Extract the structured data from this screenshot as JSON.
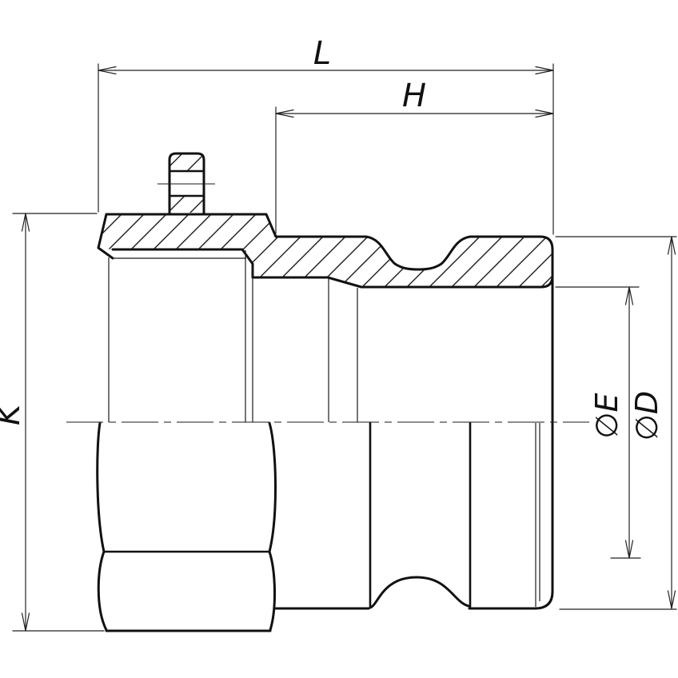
{
  "drawing": {
    "dimension_labels": {
      "overall_length": "L",
      "head_length": "H",
      "body_height": "K",
      "inner_diameter": "∅E",
      "outer_diameter": "∅D"
    },
    "colors": {
      "outline": "#111111",
      "hatch": "#1a1a1a",
      "dimension": "#222222",
      "background": "#ffffff"
    }
  }
}
